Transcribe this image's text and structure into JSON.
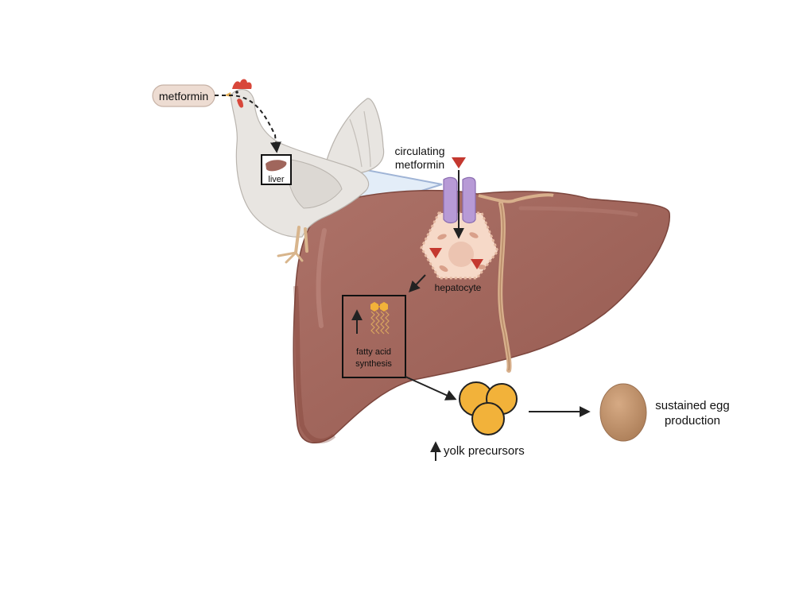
{
  "labels": {
    "metformin_pill": "metformin",
    "liver_box": "liver",
    "circulating_line1": "circulating",
    "circulating_line2": "metformin",
    "hepatocyte": "hepatocyte",
    "fatty_acid_line1": "fatty acid",
    "fatty_acid_line2": "synthesis",
    "yolk_precursors": "yolk precursors",
    "egg_line1": "sustained egg",
    "egg_line2": "production"
  },
  "icons": {
    "chicken": "chicken-icon",
    "liver": "liver-organ-icon",
    "transporter": "membrane-transporter-icon",
    "hepatocyte": "hepatocyte-cell-icon",
    "metformin_molecule": "triangle-icon",
    "fatty_acid": "fatty-acid-chain-icon",
    "yolk": "yolk-precursor-spheres-icon",
    "egg": "egg-icon",
    "increase": "up-arrow-icon"
  },
  "colors": {
    "liver": "#a0665c",
    "liver_dark": "#8a5249",
    "gallbladder_ligament": "#d8b08c",
    "hepatocyte": "#f6d9c8",
    "transporter": "#b79ad6",
    "metformin": "#c4382f",
    "yolk": "#f2b23a",
    "egg": "#c49570",
    "zoom_panel": "#dde9f7",
    "chicken": "#e8e5e1",
    "comb": "#d8473a"
  }
}
